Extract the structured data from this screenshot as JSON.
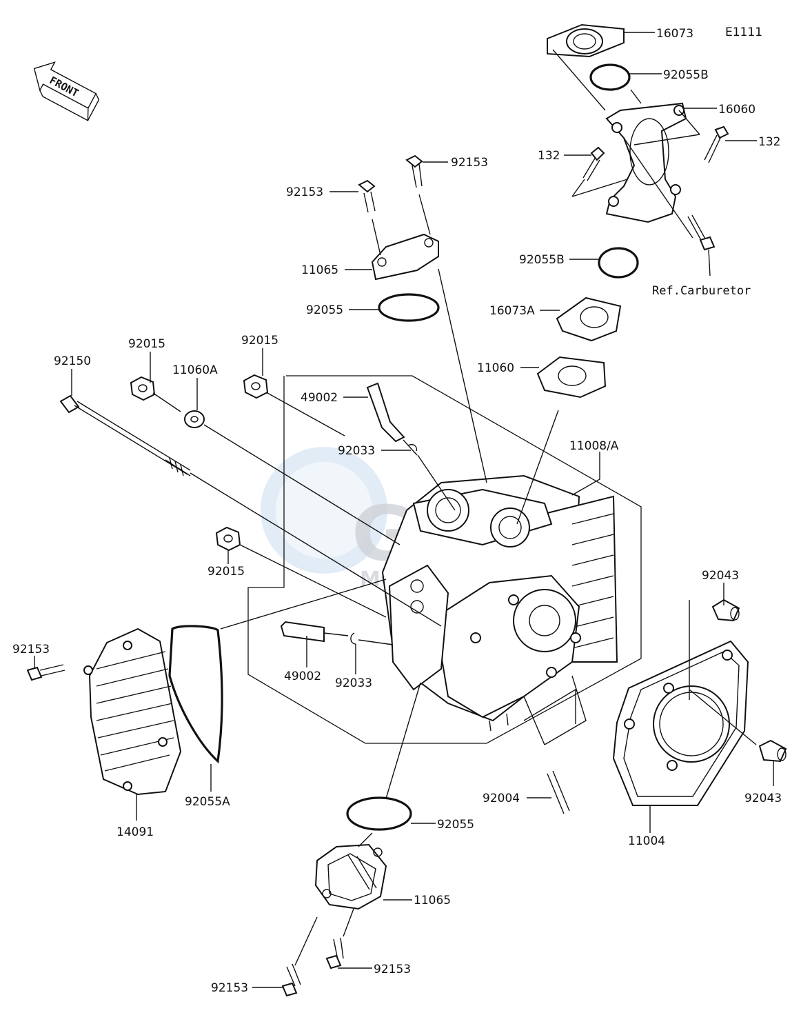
{
  "diagram": {
    "code": "E1111",
    "front_label": "FRONT",
    "ref_label": "Ref.Carburetor",
    "watermark": {
      "brand": "GSM",
      "sub": "MOTORPARTS"
    },
    "part_labels": [
      "16073",
      "92055B",
      "16060",
      "132",
      "132",
      "92153",
      "92153",
      "11065",
      "92055B",
      "92055",
      "16073A",
      "11060",
      "92015",
      "92015",
      "11060A",
      "92150",
      "49002",
      "92033",
      "11008/A",
      "92015",
      "92043",
      "92153",
      "49002",
      "92033",
      "92055A",
      "14091",
      "92004",
      "92043",
      "11004",
      "92055",
      "11065",
      "92153",
      "92153"
    ]
  }
}
